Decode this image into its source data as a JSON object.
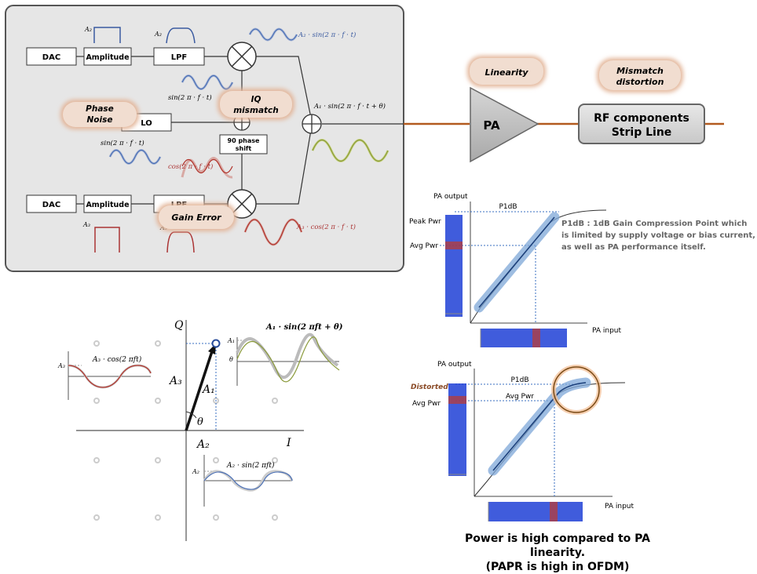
{
  "tx": {
    "dac": "DAC",
    "amplitude": "Amplitude",
    "lpf": "LPF",
    "lo": "LO",
    "phase_shift_line1": "90 phase",
    "phase_shift_line2": "shift",
    "a2_label": "A₂",
    "a3_label": "A₃",
    "i_carrier": "sin(2 π · f · t)",
    "q_carrier": "cos(2 π · f · t)",
    "i_out": "A₂ · sin(2 π · f · t)",
    "q_out": "A₃ · cos(2 π · f · t)",
    "sum_out": "A₁ · sin(2 π · f · t + θ)"
  },
  "callouts": {
    "phase_noise_1": "Phase",
    "phase_noise_2": "Noise",
    "iq_mismatch_1": "IQ",
    "iq_mismatch_2": "mismatch",
    "gain_error": "Gain Error",
    "linearity": "Linearity",
    "mismatch_1": "Mismatch",
    "mismatch_2": "distortion"
  },
  "chain": {
    "pa": "PA",
    "rf_line1": "RF components",
    "rf_line2": "Strip Line"
  },
  "constellation": {
    "q_axis": "Q",
    "i_axis": "I",
    "a3": "A₃",
    "a1": "A₁",
    "a2": "A₂",
    "theta": "θ",
    "cos_label": "A₃ · cos(2 πft)",
    "sin_label": "A₂ · sin(2 πft)",
    "sum_label": "A₁ · sin(2 πft + θ)",
    "mini_a3": "A₃",
    "mini_a2": "A₂",
    "mini_a1": "A₁",
    "mini_theta": "θ"
  },
  "chart_top": {
    "y_axis": "PA output",
    "x_axis": "PA input",
    "p1db": "P1dB",
    "peak": "Peak Pwr",
    "avg": "Avg Pwr",
    "note_1": "P1dB : 1dB Gain Compression Point which",
    "note_2": "is limited by supply voltage or bias current,",
    "note_3": "as well as PA performance itself."
  },
  "chart_bottom": {
    "y_axis": "PA output",
    "x_axis": "PA input",
    "p1db": "P1dB",
    "avg_inside": "Avg Pwr",
    "distorted": "Distorted",
    "avg": "Avg Pwr"
  },
  "caption": {
    "line1": "Power is high compared to PA linearity.",
    "line2": "(PAPR is high in OFDM)"
  },
  "colors": {
    "callout_fill": "#f1ddd0",
    "callout_glow": "#e3b69a",
    "panel_fill": "#e6e6e6",
    "wave_blue": "#4a6fb5",
    "wave_red": "#b0322a",
    "wave_olive": "#8a9a3a",
    "chain_line": "#b35a1f",
    "signal_blue": "#1f3fd6"
  }
}
